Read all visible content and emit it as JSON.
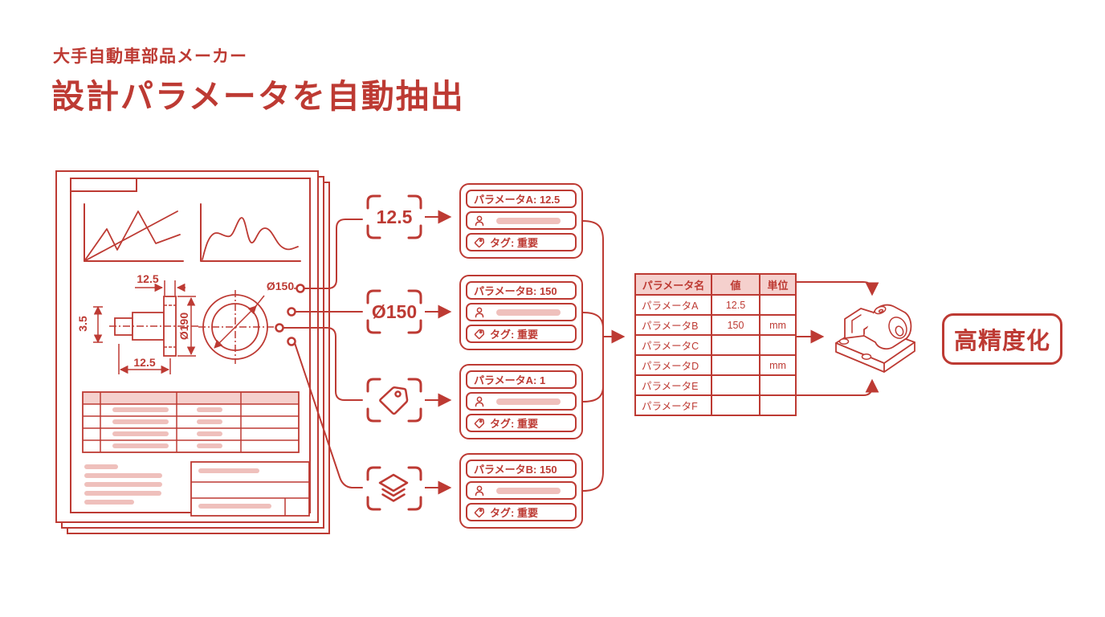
{
  "header": {
    "eyebrow": "大手自動車部品メーカー",
    "title": "設計パラメータを自動抽出"
  },
  "document": {
    "dimensions": {
      "top_width": "12.5",
      "step_height": "3.5",
      "flange_diameter": "Ø190",
      "bottom_width": "12.5",
      "circle_diameter": "Ø150"
    }
  },
  "extractors": [
    {
      "label": "12.5",
      "icon": ""
    },
    {
      "label": "Ø150",
      "icon": ""
    },
    {
      "label": "",
      "icon": "tag-icon"
    },
    {
      "label": "",
      "icon": "layers-icon"
    }
  ],
  "cards": [
    {
      "parameter": "パラメータA: 12.5",
      "tag": "タグ: 重要"
    },
    {
      "parameter": "パラメータB: 150",
      "tag": "タグ: 重要"
    },
    {
      "parameter": "パラメータA: 1",
      "tag": "タグ: 重要"
    },
    {
      "parameter": "パラメータB: 150",
      "tag": "タグ: 重要"
    }
  ],
  "result_table": {
    "headers": [
      "パラメータ名",
      "値",
      "単位"
    ],
    "rows": [
      [
        "パラメータA",
        "12.5",
        ""
      ],
      [
        "パラメータB",
        "150",
        "mm"
      ],
      [
        "パラメータC",
        "",
        ""
      ],
      [
        "パラメータD",
        "",
        "mm"
      ],
      [
        "パラメータE",
        "",
        ""
      ],
      [
        "パラメータF",
        "",
        ""
      ]
    ]
  },
  "outcome": {
    "label": "高精度化"
  },
  "colors": {
    "red": "#bd3a33",
    "pink_fill": "#f5d0cd",
    "pink_bar": "#efc0bc",
    "background": "#ffffff"
  }
}
